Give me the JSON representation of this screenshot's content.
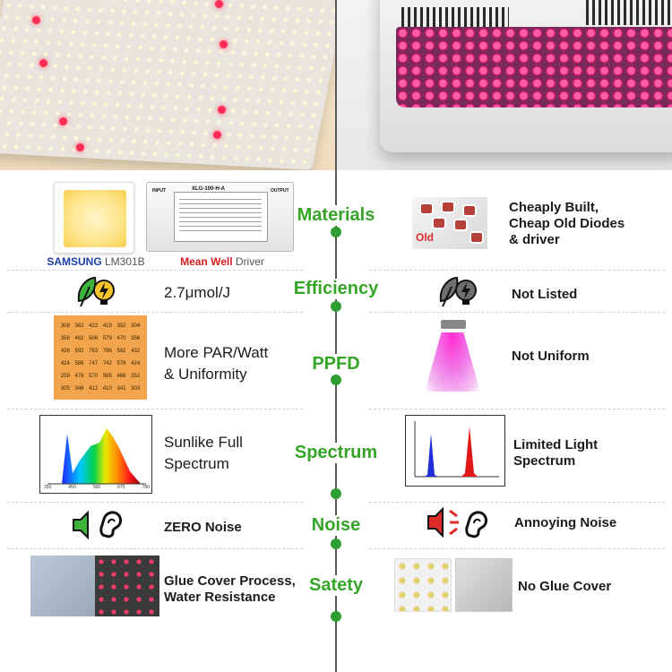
{
  "categories": {
    "materials": "Materials",
    "efficiency": "Efficiency",
    "ppfd": "PPFD",
    "spectrum": "Spectrum",
    "noise": "Noise",
    "safety": "Satety"
  },
  "left": {
    "caption_brand": "SAMSUNG",
    "caption_model": " LM301B",
    "caption_driver_brand": "Mean Well",
    "caption_driver": " Driver",
    "driver_model": "XLG-100-H-A",
    "driver_input": "INPUT",
    "driver_output": "OUTPUT",
    "efficiency": "2.7μmol/J",
    "ppfd_line1": "More PAR/Watt",
    "ppfd_line2": "& Uniformity",
    "spectrum_line1": "Sunlike Full",
    "spectrum_line2": "Spectrum",
    "noise": "ZERO Noise",
    "safety_line1": "Glue Cover Process,",
    "safety_line2": "Water Resistance",
    "ppfd_values": [
      "308",
      "362",
      "422",
      "419",
      "352",
      "304",
      "358",
      "482",
      "506",
      "579",
      "470",
      "356",
      "426",
      "592",
      "763",
      "796",
      "582",
      "432",
      "424",
      "586",
      "747",
      "742",
      "578",
      "424",
      "259",
      "476",
      "570",
      "565",
      "468",
      "352",
      "305",
      "346",
      "412",
      "410",
      "341",
      "303"
    ],
    "spectrum_ticks": [
      "350",
      "450",
      "565",
      "675",
      "780"
    ]
  },
  "right": {
    "materials_line1": "Cheaply Built,",
    "materials_line2": "Cheap Old Diodes",
    "materials_line3": "& driver",
    "old_tag": "Old",
    "efficiency": "Not Listed",
    "ppfd": "Not Uniform",
    "spectrum_line1": "Limited Light",
    "spectrum_line2": "Spectrum",
    "noise": "Annoying Noise",
    "safety": "No Glue Cover"
  },
  "colors": {
    "accent_green": "#35a527",
    "dot_green": "#2f9e34",
    "warning_red": "#e02b2b"
  }
}
